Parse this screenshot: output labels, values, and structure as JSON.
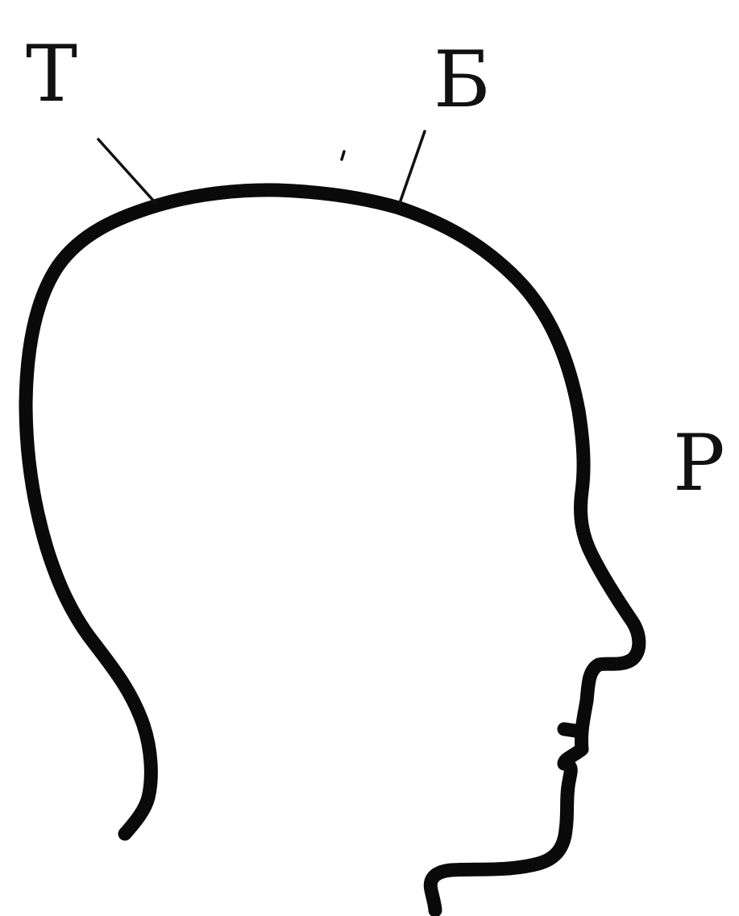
{
  "diagram": {
    "labels": {
      "t": "Т",
      "b": "Б",
      "r": "Р"
    },
    "colors": {
      "ink": "#0a0a0a",
      "background": "#ffffff"
    }
  }
}
